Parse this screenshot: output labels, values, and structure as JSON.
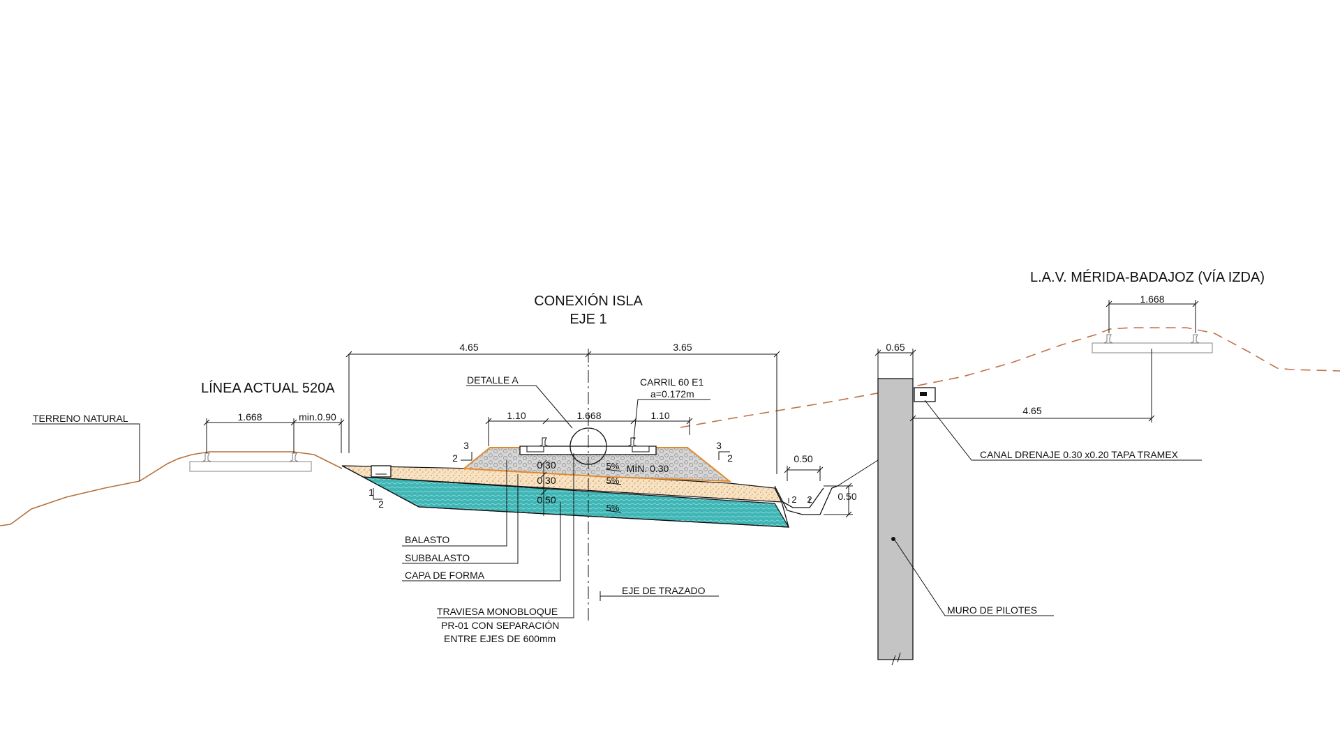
{
  "titles": {
    "conexion_line1": "CONEXIÓN ISLA",
    "conexion_line2": "EJE 1",
    "linea_actual": "LÍNEA ACTUAL 520A",
    "lav": "L.A.V. MÉRIDA-BADAJOZ (VÍA IZDA)"
  },
  "dims": {
    "left_width": "4.65",
    "right_width": "3.65",
    "gauge_main": "1.668",
    "half_left": "1.10",
    "half_right": "1.10",
    "gauge_existing": "1.668",
    "min_clearance": "min.0.90",
    "gauge_lav": "1.668",
    "pile_width": "0.65",
    "lav_offset": "4.65",
    "ditch_width": "0.50",
    "ditch_depth": "0.50",
    "ballast_thk": "0.30",
    "subballast_thk": "0.30",
    "form_thk": "0.50",
    "min_030": "MÍN. 0.30",
    "slope_5_a": "5%",
    "slope_5_b": "5%",
    "slope_5_c": "5%",
    "slope_3_l": "3",
    "slope_2_l": "2",
    "slope_3_r": "3",
    "slope_2_r": "2",
    "slope_1_emb": "1",
    "slope_2_emb": "2",
    "slope_2_ditch_a": "2",
    "slope_2_ditch_b": "2"
  },
  "labels": {
    "terreno": "TERRENO NATURAL",
    "detalle": "DETALLE A",
    "carril_1": "CARRIL 60 E1",
    "carril_2": "a=0.172m",
    "balasto": "BALASTO",
    "subbalasto": "SUBBALASTO",
    "capa_forma": "CAPA DE FORMA",
    "eje_trazado": "EJE DE TRAZADO",
    "traviesa_1": "TRAVIESA MONOBLOQUE",
    "traviesa_2": "PR-01 CON SEPARACIÓN",
    "traviesa_3": "ENTRE EJES DE 600mm",
    "canal": "CANAL DRENAJE 0.30 x0.20 TAPA TRAMEX",
    "muro": "MURO DE PILOTES"
  },
  "colors": {
    "ballast": "#c9c9c9",
    "subballast": "#f4d9b2",
    "form_layer": "#3fb5b5",
    "terrain": "#b5703a",
    "pile": "#c4c4c4"
  }
}
